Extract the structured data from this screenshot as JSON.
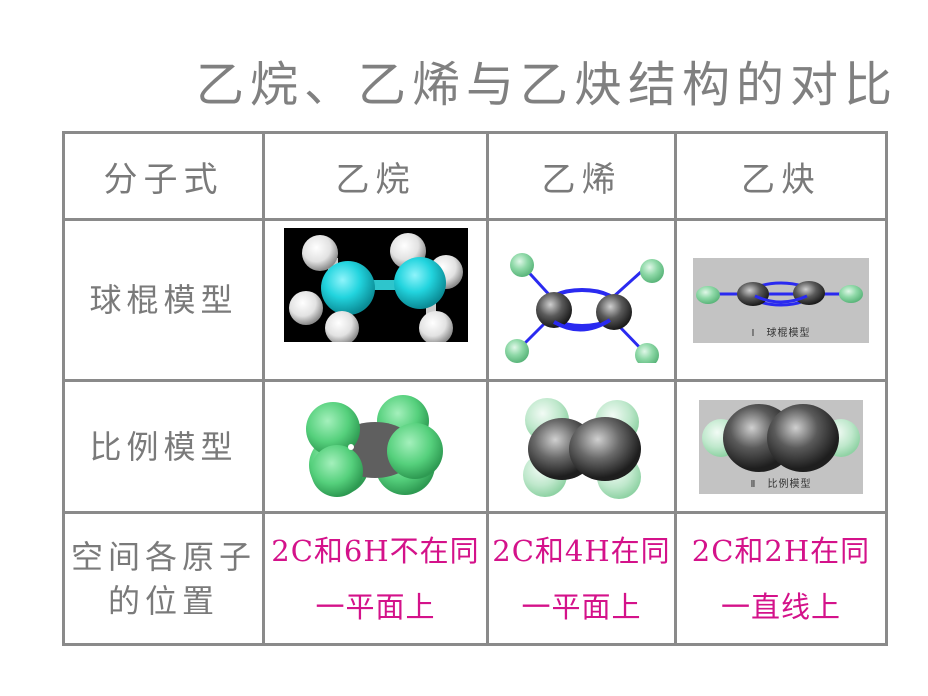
{
  "title": "乙烷、乙烯与乙炔结构的对比",
  "table": {
    "header": {
      "label": "分子式",
      "columns": [
        "乙烷",
        "乙烯",
        "乙炔"
      ]
    },
    "rows": [
      {
        "label": "球棍模型",
        "cells": [
          {
            "image": "ethane-ball-and-stick-model"
          },
          {
            "image": "ethylene-ball-and-stick-model"
          },
          {
            "image": "acetylene-ball-and-stick-model",
            "caption": "Ⅰ　球棍模型"
          }
        ]
      },
      {
        "label": "比例模型",
        "cells": [
          {
            "image": "ethane-space-filling-model"
          },
          {
            "image": "ethylene-space-filling-model"
          },
          {
            "image": "acetylene-space-filling-model",
            "caption": "Ⅱ　比例模型"
          }
        ]
      },
      {
        "label_line1": "空间各原子",
        "label_line2": "的位置",
        "cells": [
          {
            "line1": "2C和6H不在同",
            "line2": "一平面上"
          },
          {
            "line1": "2C和4H在同",
            "line2": "一平面上"
          },
          {
            "line1": "2C和2H在同",
            "line2": "一直线上"
          }
        ]
      }
    ]
  },
  "colors": {
    "title_text": "#808080",
    "grid": "#8a8a8a",
    "highlight_text": "#d4128a",
    "carbon_ethane": "#33d6e0",
    "hydrogen_green": "#8fd9a8",
    "bond_blue": "#2a2af0"
  }
}
